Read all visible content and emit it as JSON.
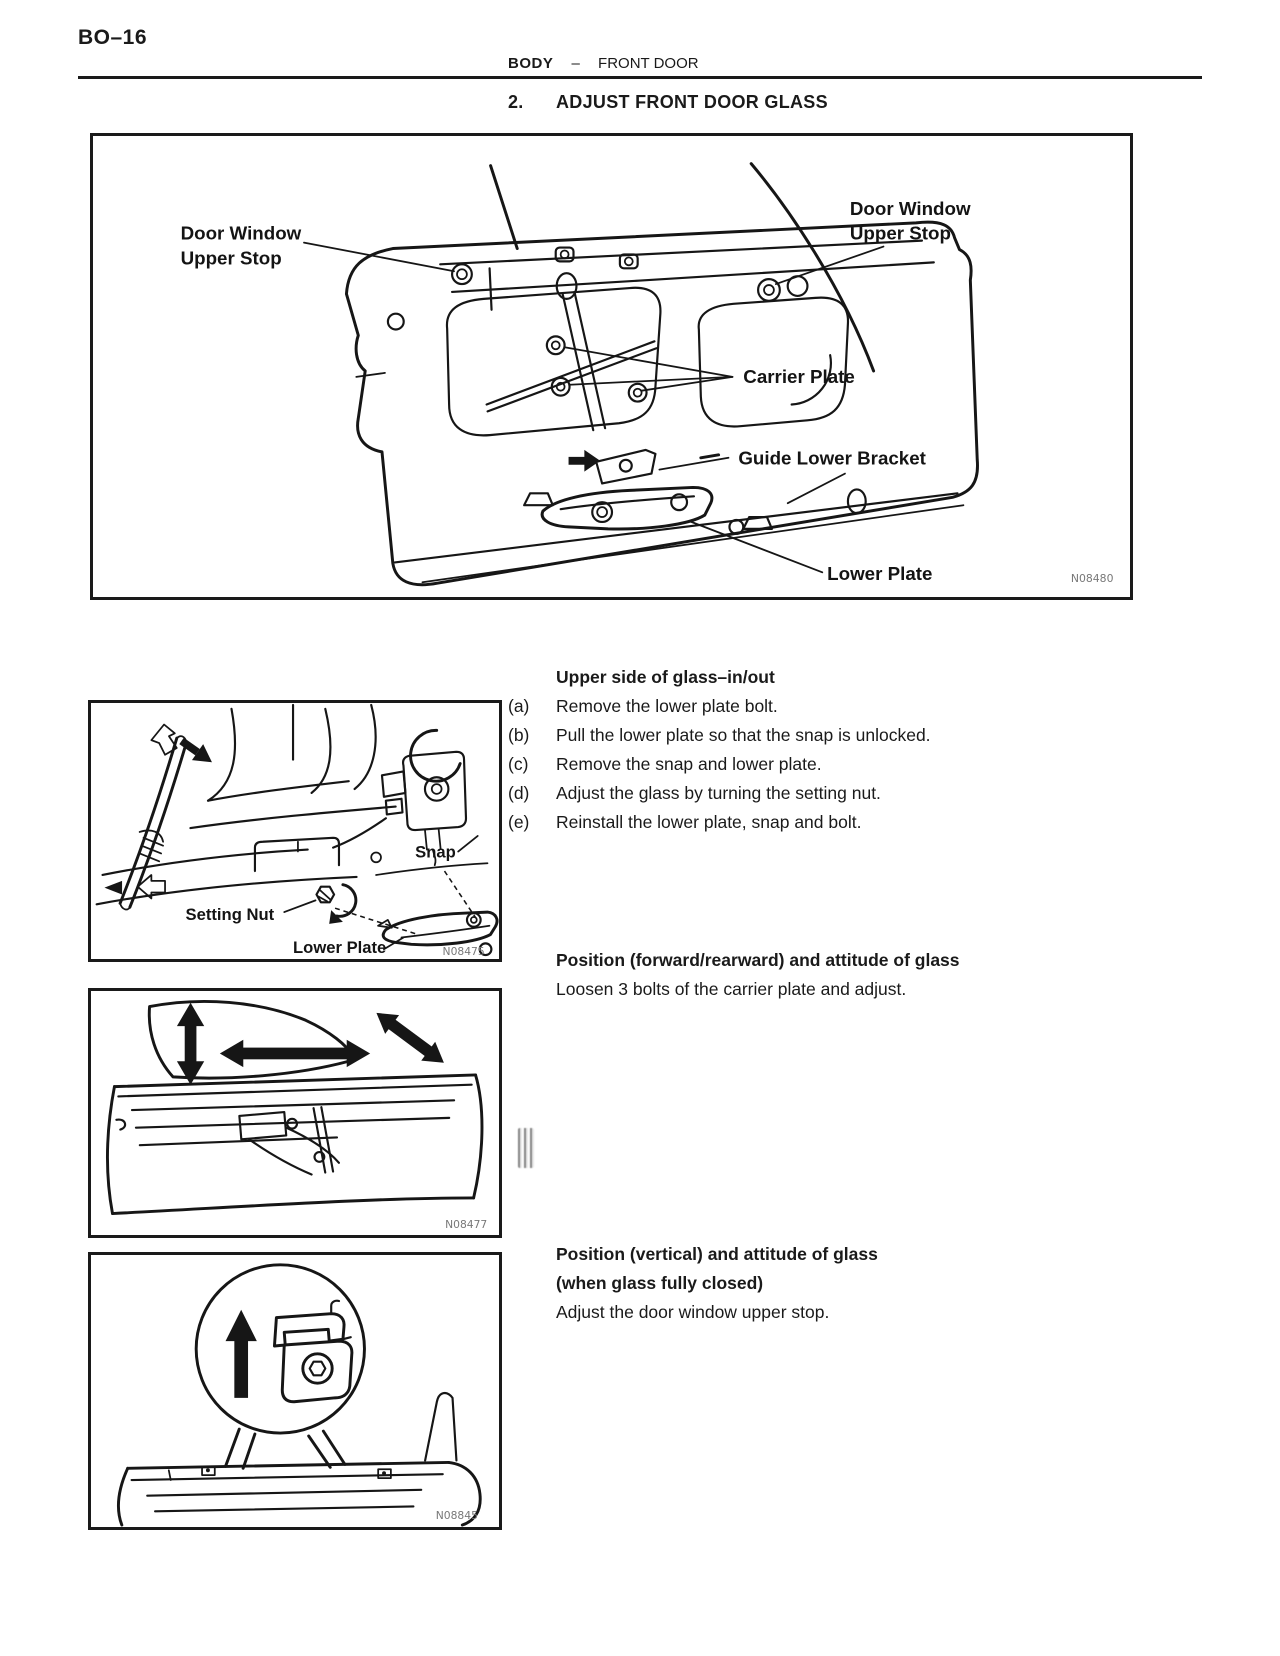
{
  "page": {
    "code": "BO–16",
    "header": {
      "section": "BODY",
      "dash": "–",
      "subsection": "FRONT DOOR"
    },
    "title": {
      "number": "2.",
      "text": "ADJUST FRONT DOOR GLASS"
    }
  },
  "figures": {
    "main": {
      "labels": {
        "upper_stop_left_line1": "Door Window",
        "upper_stop_left_line2": "Upper Stop",
        "upper_stop_right_line1": "Door Window",
        "upper_stop_right_line2": "Upper Stop",
        "carrier_plate": "Carrier Plate",
        "guide_lower_bracket": "Guide Lower Bracket",
        "lower_plate": "Lower Plate"
      },
      "code": "N08480"
    },
    "glass_in_out": {
      "labels": {
        "snap": "Snap",
        "setting_nut": "Setting Nut",
        "lower_plate": "Lower Plate"
      },
      "code": "N08475"
    },
    "position_forward": {
      "code": "N08477"
    },
    "position_vertical": {
      "code": "N08845"
    }
  },
  "sections": {
    "in_out": {
      "heading": "Upper side of glass–in/out",
      "steps": [
        {
          "label": "(a)",
          "text": "Remove the lower plate bolt."
        },
        {
          "label": "(b)",
          "text": "Pull the lower plate so that the snap is unlocked."
        },
        {
          "label": "(c)",
          "text": "Remove the snap and lower plate."
        },
        {
          "label": "(d)",
          "text": "Adjust the glass by turning the setting nut."
        },
        {
          "label": "(e)",
          "text": "Reinstall the lower plate, snap and bolt."
        }
      ]
    },
    "forward_rearward": {
      "heading": "Position (forward/rearward) and attitude of glass",
      "body": "Loosen 3 bolts of the carrier plate and adjust."
    },
    "vertical": {
      "heading_line1": "Position (vertical) and attitude of glass",
      "heading_line2": "(when glass fully closed)",
      "body": "Adjust the door window upper stop."
    }
  }
}
